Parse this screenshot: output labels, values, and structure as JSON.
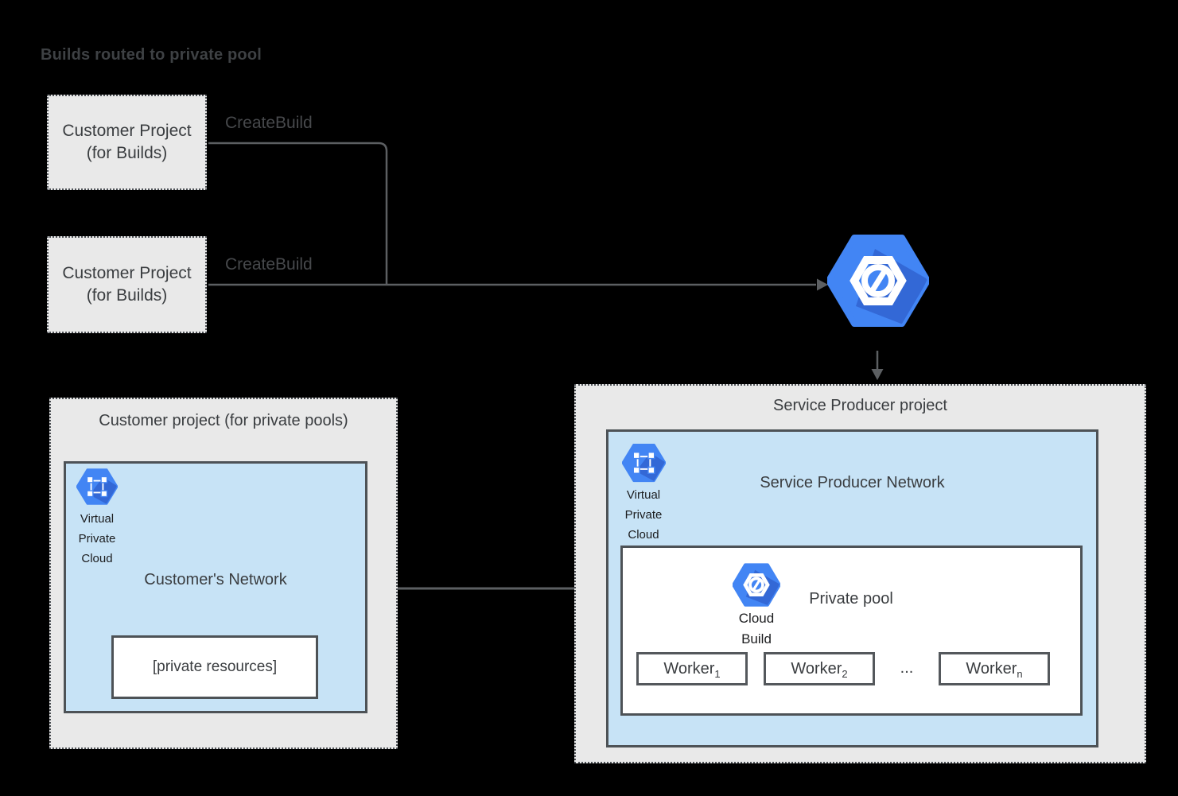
{
  "title": "Builds routed to private pool",
  "colors": {
    "background": "#000000",
    "gray_fill": "#e9e9e9",
    "light_blue_fill": "#c7e3f6",
    "google_blue": "#4285f4",
    "icon_shadow_blue": "#3368d6",
    "line_gray": "#5c5f62",
    "border_dark": "#4d5256"
  },
  "customer_builds_boxes": [
    {
      "line1": "Customer Project",
      "line2": "(for Builds)"
    },
    {
      "line1": "Customer Project",
      "line2": "(for Builds)"
    }
  ],
  "edges": {
    "create_build_1": "CreateBuild",
    "create_build_2": "CreateBuild"
  },
  "left_project": {
    "title": "Customer project (for private pools)",
    "network": {
      "vpc_caption": [
        "Virtual",
        "Private",
        "Cloud"
      ],
      "label": "Customer's Network",
      "private_resources_label": "[private resources]"
    }
  },
  "right_project": {
    "title": "Service Producer project",
    "network": {
      "vpc_caption": [
        "Virtual",
        "Private",
        "Cloud"
      ],
      "label": "Service Producer Network",
      "private_pool": {
        "label": "Private pool",
        "cloud_build_caption": [
          "Cloud",
          "Build"
        ],
        "workers": [
          {
            "base": "Worker",
            "sub": "1"
          },
          {
            "base": "Worker",
            "sub": "2"
          },
          {
            "base": "Worker",
            "sub": "n"
          }
        ],
        "ellipsis": "..."
      }
    }
  }
}
